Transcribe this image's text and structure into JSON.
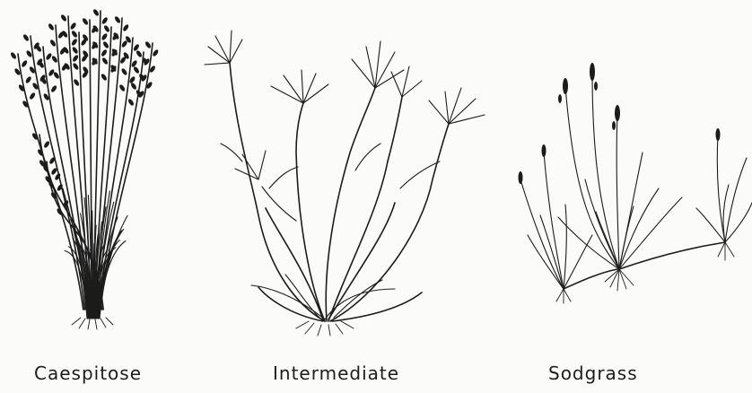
{
  "figure": {
    "panels": [
      {
        "id": "caespitose",
        "label": "Caespitose"
      },
      {
        "id": "intermediate",
        "label": "Intermediate"
      },
      {
        "id": "sodgrass",
        "label": "Sodgrass"
      }
    ],
    "line_color": "#1c1c1c",
    "background_color": "#fbfbf9"
  }
}
